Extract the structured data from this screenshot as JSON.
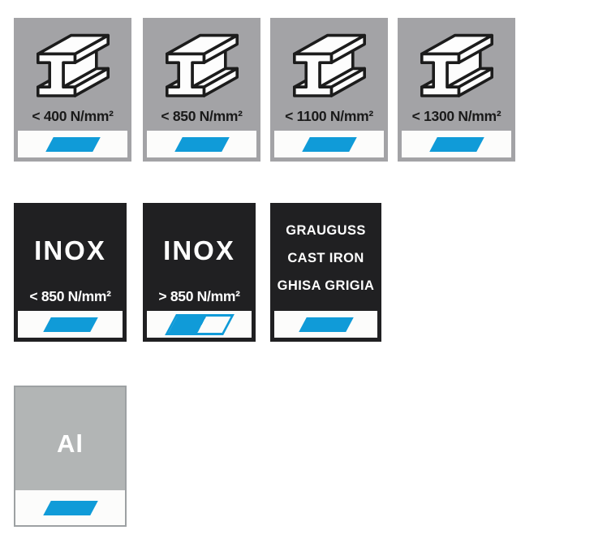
{
  "colors": {
    "page_background": "#ffffff",
    "steel_tile_gray": "#a3a3a6",
    "dark_tile_black": "#202022",
    "aluminium_tile_fill": "#b2b5b5",
    "aluminium_tile_border": "#9da1a3",
    "footer_strip_white": "#fcfcfb",
    "marker_blue": "#109bd8",
    "label_dark": "#1a1a1a",
    "label_light": "#ffffff"
  },
  "tiles": [
    {
      "id": "steel-lt-400",
      "icon": "i-beam-icon",
      "label": "< 400 N/mm²",
      "marker": "solid"
    },
    {
      "id": "steel-lt-850",
      "icon": "i-beam-icon",
      "label": "< 850 N/mm²",
      "marker": "solid"
    },
    {
      "id": "steel-lt-1100",
      "icon": "i-beam-icon",
      "label": "< 1100 N/mm²",
      "marker": "solid"
    },
    {
      "id": "steel-lt-1300",
      "icon": "i-beam-icon",
      "label": "< 1300 N/mm²",
      "marker": "solid"
    },
    {
      "id": "inox-lt-850",
      "title": "INOX",
      "label": "< 850 N/mm²",
      "marker": "solid"
    },
    {
      "id": "inox-gt-850",
      "title": "INOX",
      "label": "> 850 N/mm²",
      "marker": "half"
    },
    {
      "id": "cast-iron",
      "lines": [
        "GRAUGUSS",
        "CAST IRON",
        "GHISA GRIGIA"
      ],
      "marker": "solid"
    },
    {
      "id": "aluminium",
      "title": "Al",
      "marker": "solid"
    }
  ]
}
